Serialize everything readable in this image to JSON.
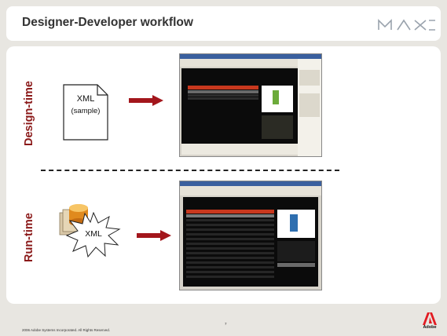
{
  "slide": {
    "title": "Designer-Developer workflow",
    "logo_text": "MAX",
    "design_label": "Design-time",
    "run_label": "Run-time",
    "xml_doc_label": "XML",
    "xml_doc_sub": "(sample)",
    "xml_burst_label": "XML",
    "footer_copyright": "2006 Adobe Systems Incorporated.  All Rights Reserved.",
    "page_number": "7",
    "adobe_text": "Adobe"
  },
  "colors": {
    "accent_red": "#8b1a1a",
    "arrow_red": "#a3161c",
    "panel_bg": "#ffffff",
    "slide_bg": "#e8e6e1"
  }
}
